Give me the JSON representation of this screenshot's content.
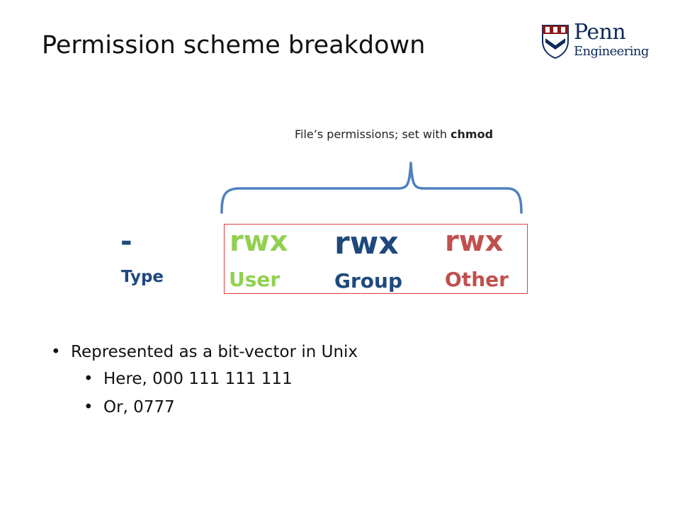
{
  "title": "Permission scheme breakdown",
  "logo": {
    "line1": "Penn",
    "line2": "Engineering"
  },
  "caption": {
    "text": "File’s permissions; set with ",
    "command": "chmod"
  },
  "fields": {
    "type": {
      "symbol": "-",
      "label": "Type"
    },
    "user": {
      "symbol": "rwx",
      "label": "User"
    },
    "group": {
      "symbol": "rwx",
      "label": "Group"
    },
    "other": {
      "symbol": "rwx",
      "label": "Other"
    }
  },
  "colors": {
    "type": "#1f497d",
    "user": "#92d050",
    "group": "#1f497d",
    "other": "#c0504d",
    "brace": "#4f81bd",
    "box": "#e04040"
  },
  "bullets": {
    "main": "Represented as a bit-vector in Unix",
    "sub": [
      "Here, 000 111 111 111",
      "Or, 0777"
    ],
    "marker": "•"
  }
}
